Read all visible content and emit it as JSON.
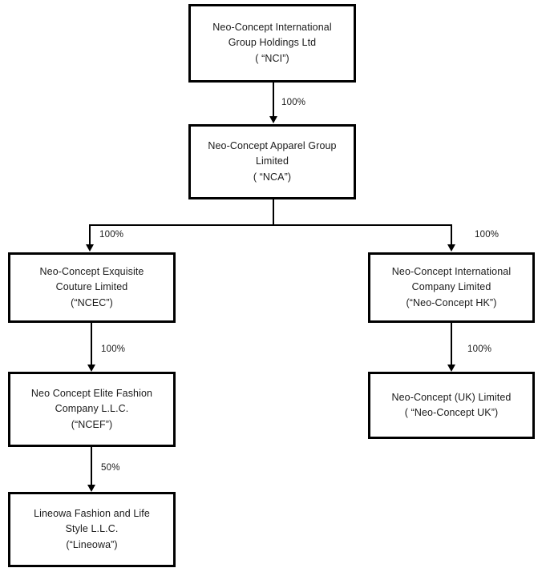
{
  "diagram": {
    "type": "organizational-structure-chart",
    "title": "Neo-Concept group corporate structure",
    "nodes": [
      {
        "id": "nci",
        "lines": [
          "Neo-Concept  International",
          "Group  Holdings Ltd",
          "(  “NCI”)"
        ]
      },
      {
        "id": "nca",
        "lines": [
          "Neo-Concept  Apparel  Group",
          "Limited",
          "(  “NCA”)"
        ]
      },
      {
        "id": "ncec",
        "lines": [
          "Neo-Concept  Exquisite",
          "Couture  Limited",
          "(“NCEC”)"
        ]
      },
      {
        "id": "neo_concept_hk",
        "lines": [
          "Neo-Concept  International",
          "Company  Limited",
          "(“Neo-Concept  HK”)"
        ]
      },
      {
        "id": "ncef",
        "lines": [
          "Neo Concept Elite Fashion",
          "Company  L.L.C.",
          "(“NCEF”)"
        ]
      },
      {
        "id": "neo_concept_uk",
        "lines": [
          "Neo-Concept  (UK) Limited",
          "(  “Neo-Concept  UK”)"
        ]
      },
      {
        "id": "lineowa",
        "lines": [
          "Lineowa  Fashion  and Life",
          "Style L.L.C.",
          "(“Lineowa”)"
        ]
      }
    ],
    "edges": [
      {
        "id": "nci_nca",
        "from": "nci",
        "to": "nca",
        "label": "100%"
      },
      {
        "id": "nca_ncec",
        "from": "nca",
        "to": "ncec",
        "label": "100%"
      },
      {
        "id": "nca_hk",
        "from": "nca",
        "to": "neo_concept_hk",
        "label": "100%"
      },
      {
        "id": "ncec_ncef",
        "from": "ncec",
        "to": "ncef",
        "label": "100%"
      },
      {
        "id": "hk_uk",
        "from": "neo_concept_hk",
        "to": "neo_concept_uk",
        "label": "100%"
      },
      {
        "id": "ncef_lineowa",
        "from": "ncef",
        "to": "lineowa",
        "label": "50%"
      }
    ],
    "colors": {
      "background": "#ffffff",
      "box_border": "#000000",
      "connector": "#000000",
      "text": "#1a1a1a"
    }
  }
}
